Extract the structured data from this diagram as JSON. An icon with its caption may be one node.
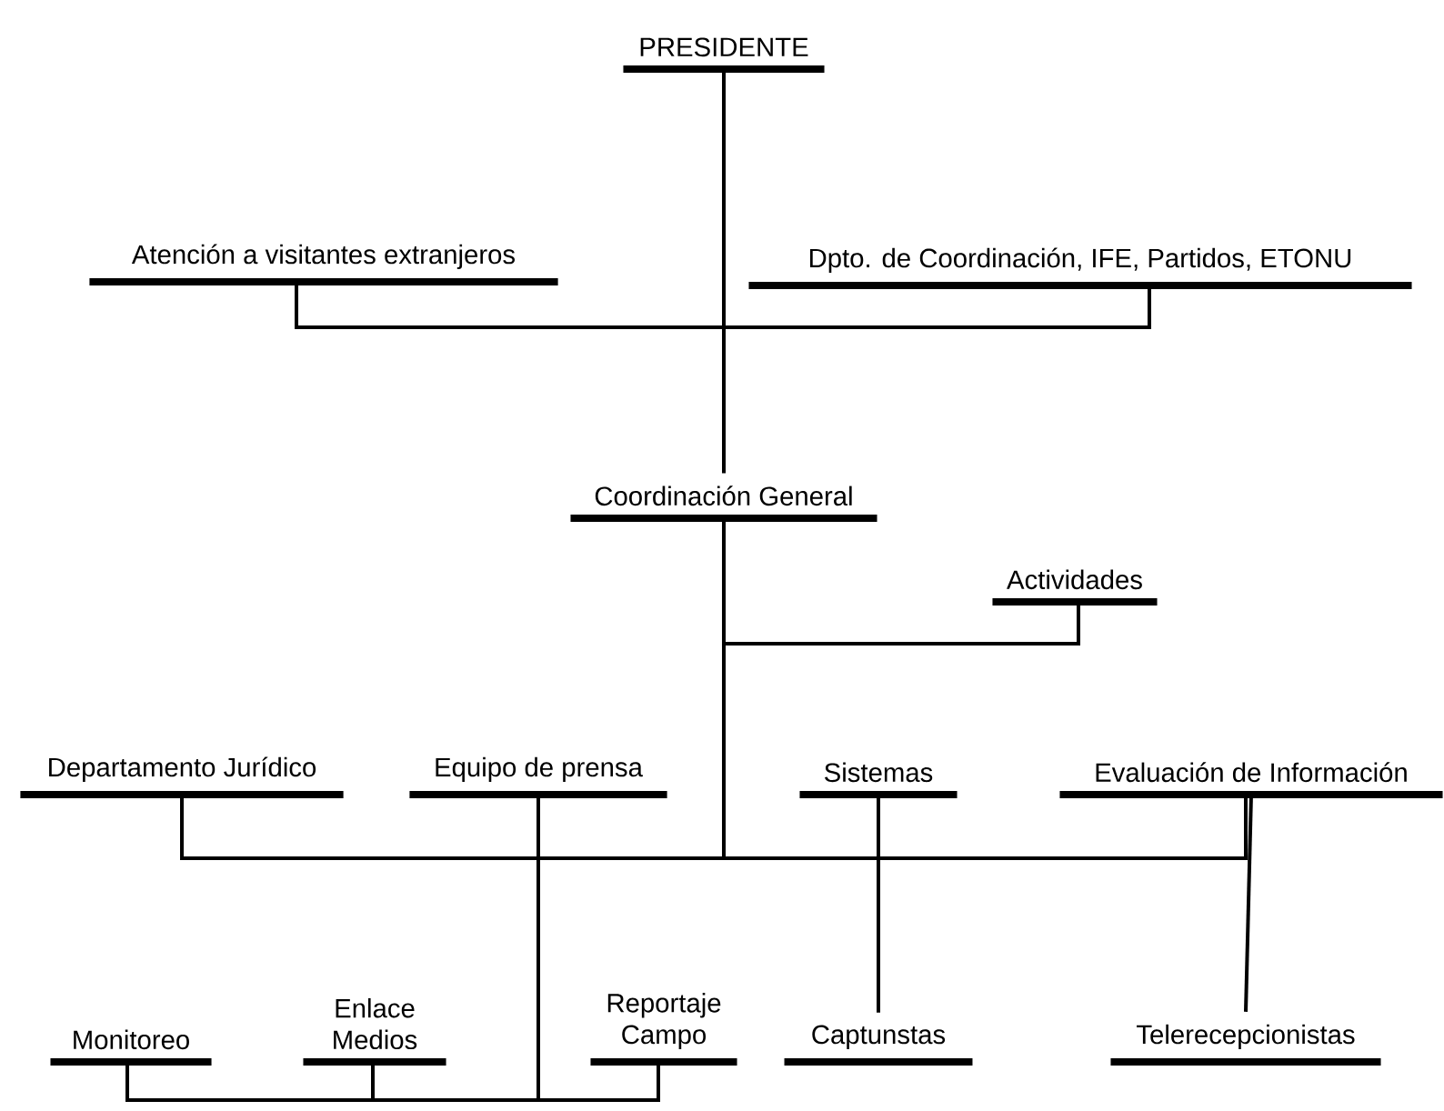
{
  "diagram": {
    "nodes": [
      {
        "text": [
          "PRESIDENTE"
        ]
      },
      {
        "text": [
          "Atención a visitantes extranjeros"
        ]
      },
      {
        "text": [
          "Dpto. de Coordinación, IFE, Partidos, ETONU"
        ]
      },
      {
        "text": [
          "Coordinación General"
        ]
      },
      {
        "text": [
          "Actividades"
        ]
      },
      {
        "text": [
          "Departamento Jurídico"
        ]
      },
      {
        "text": [
          "Equipo de prensa"
        ]
      },
      {
        "text": [
          "Sistemas"
        ]
      },
      {
        "text": [
          "Evaluación de Información"
        ]
      },
      {
        "text": [
          "Monitoreo"
        ]
      },
      {
        "text": [
          "Enlace Medios"
        ]
      },
      {
        "text": [
          "Reportaje Campo"
        ]
      },
      {
        "text": [
          "Captunstas"
        ]
      },
      {
        "text": [
          "Telerecepcionistas"
        ]
      }
    ],
    "edges": [
      {
        "from": 0,
        "to": 1,
        "arrow": "none"
      },
      {
        "from": 0,
        "to": 2,
        "arrow": "none"
      },
      {
        "from": 0,
        "to": 3,
        "arrow": "none"
      },
      {
        "from": 3,
        "to": 4,
        "arrow": "none"
      },
      {
        "from": 3,
        "to": 5,
        "arrow": "none"
      },
      {
        "from": 3,
        "to": 6,
        "arrow": "none"
      },
      {
        "from": 3,
        "to": 7,
        "arrow": "none"
      },
      {
        "from": 3,
        "to": 8,
        "arrow": "none"
      },
      {
        "from": 7,
        "to": 12,
        "arrow": "none"
      },
      {
        "from": 8,
        "to": 13,
        "arrow": "none"
      },
      {
        "from": 6,
        "to": 9,
        "arrow": "none"
      },
      {
        "from": 6,
        "to": 10,
        "arrow": "none"
      },
      {
        "from": 6,
        "to": 11,
        "arrow": "none"
      }
    ]
  }
}
